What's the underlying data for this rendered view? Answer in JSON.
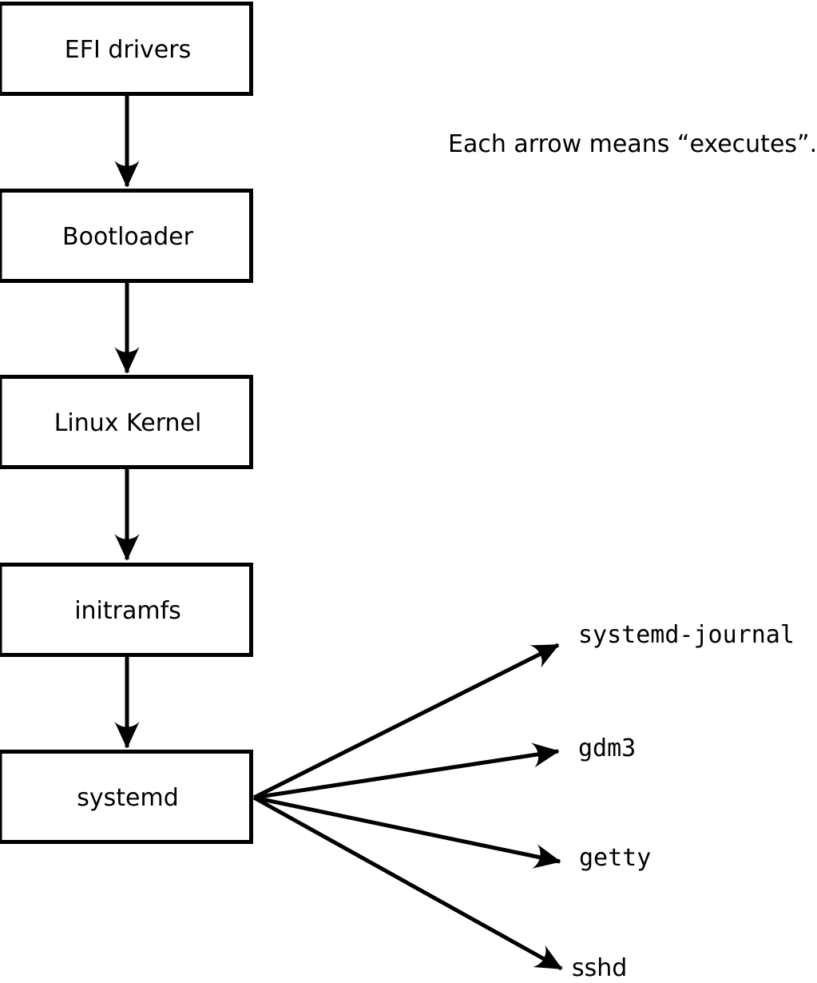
{
  "note": "Each arrow means “executes”.",
  "diagram": {
    "type": "flowchart",
    "arrow_meaning": "executes",
    "boot_chain": [
      {
        "label": "EFI drivers"
      },
      {
        "label": "Bootloader"
      },
      {
        "label": "Linux Kernel"
      },
      {
        "label": "initramfs"
      },
      {
        "label": "systemd"
      }
    ],
    "spawned_services": [
      {
        "label": "systemd-journal"
      },
      {
        "label": "gdm3"
      },
      {
        "label": "getty"
      },
      {
        "label": "sshd"
      }
    ],
    "edges": [
      {
        "from": "EFI drivers",
        "to": "Bootloader"
      },
      {
        "from": "Bootloader",
        "to": "Linux Kernel"
      },
      {
        "from": "Linux Kernel",
        "to": "initramfs"
      },
      {
        "from": "initramfs",
        "to": "systemd"
      },
      {
        "from": "systemd",
        "to": "systemd-journal"
      },
      {
        "from": "systemd",
        "to": "gdm3"
      },
      {
        "from": "systemd",
        "to": "getty"
      },
      {
        "from": "systemd",
        "to": "sshd"
      }
    ]
  },
  "colors": {
    "background": "#ffffff",
    "box_fill": "#ffffff",
    "stroke": "#000000",
    "text": "#000000"
  }
}
